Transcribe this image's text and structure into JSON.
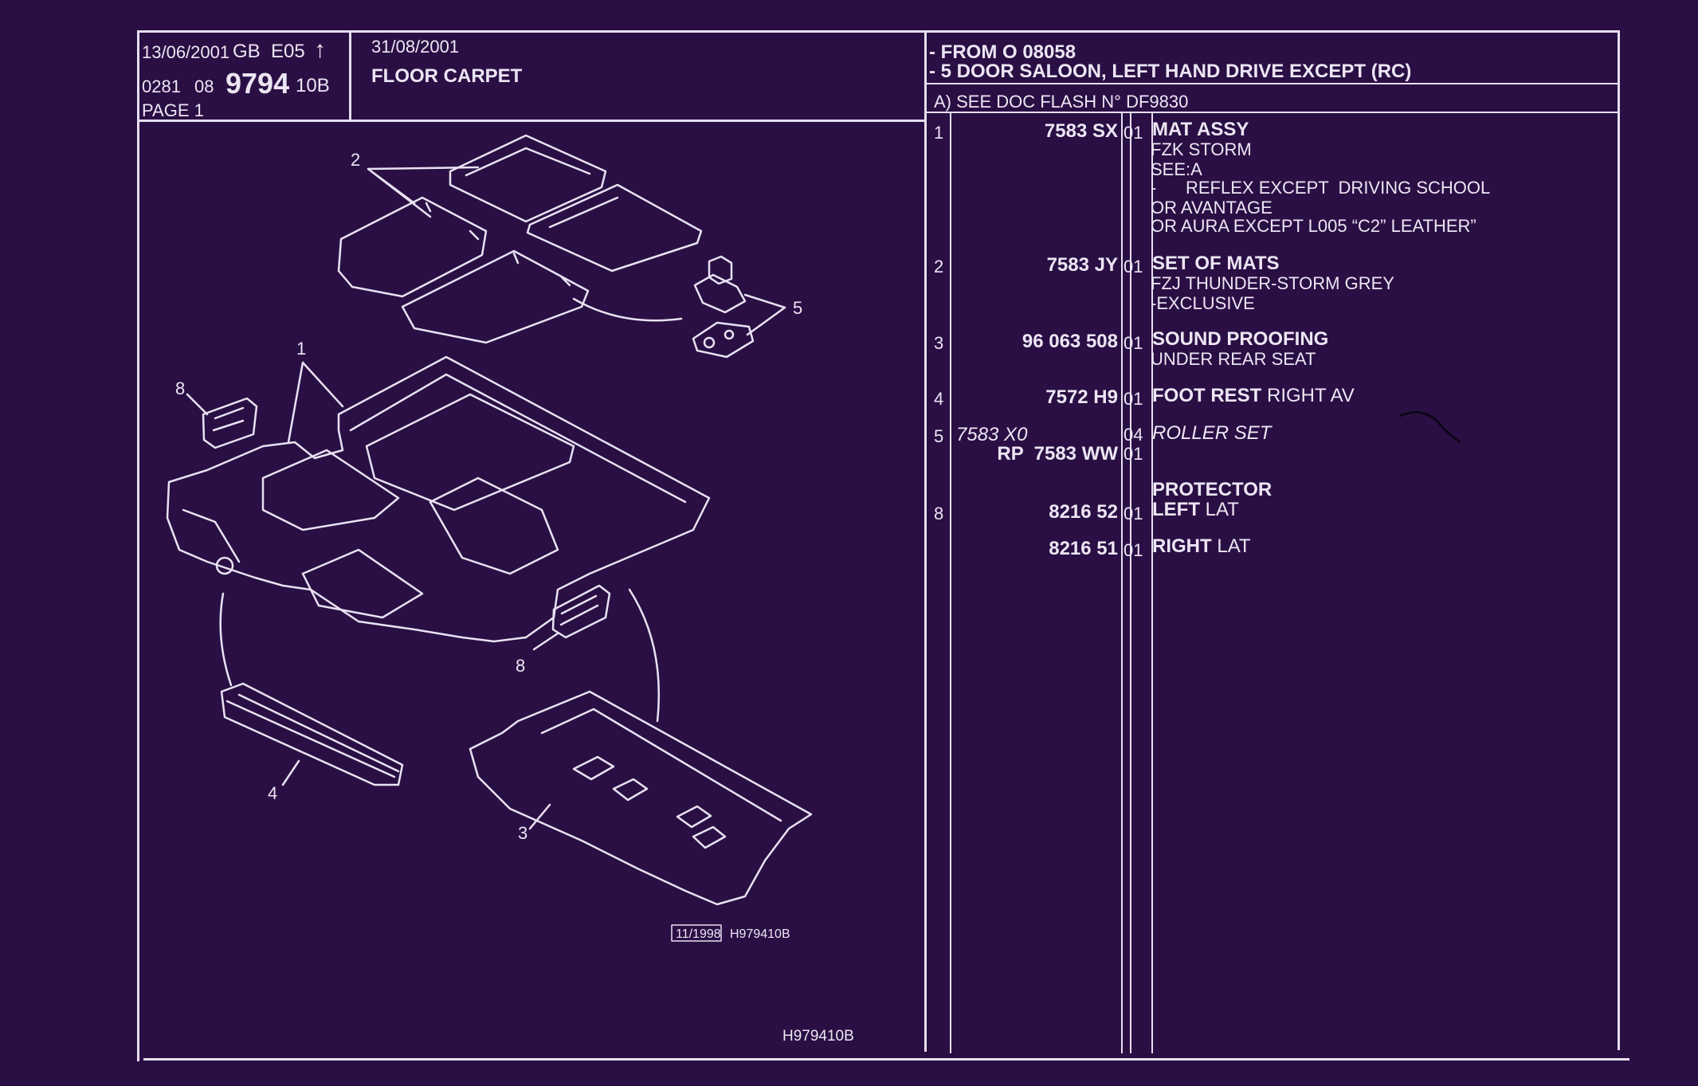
{
  "header": {
    "date": "13/06/2001",
    "lang": "GB",
    "edition": "E05",
    "ref_prefix": "0281",
    "ref_group": "08",
    "ref_number": "9794",
    "ref_suffix": "10B",
    "page_label": "PAGE 1",
    "second_date": "31/08/2001",
    "title": "FLOOR CARPET",
    "applicability": [
      "- FROM  O   08058",
      "- 5 DOOR SALOON, LEFT HAND DRIVE EXCEPT  (RC)"
    ],
    "note": "A) SEE DOC FLASH N° DF9830"
  },
  "parts": [
    {
      "item": "1",
      "ref": "7583 SX",
      "qty": "01",
      "desc": [
        {
          "b": "MAT ASSY",
          "n": ""
        },
        {
          "b": "",
          "n": "FZK STORM"
        },
        {
          "b": "",
          "n": "SEE:A"
        },
        {
          "b": "",
          "n": "-      REFLEX EXCEPT  DRIVING SCHOOL"
        },
        {
          "b": "",
          "n": "OR AVANTAGE"
        },
        {
          "b": "",
          "n": "OR AURA EXCEPT  L005 “C2” LEATHER”"
        }
      ]
    },
    {
      "item": "2",
      "ref": "7583 JY",
      "qty": "01",
      "desc": [
        {
          "b": "SET OF MATS",
          "n": ""
        },
        {
          "b": "",
          "n": "FZJ THUNDER-STORM GREY"
        },
        {
          "b": "",
          "n": "-EXCLUSIVE"
        }
      ]
    },
    {
      "item": "3",
      "ref": "96 063 508",
      "qty": "01",
      "desc": [
        {
          "b": "SOUND PROOFING",
          "n": ""
        },
        {
          "b": "",
          "n": "UNDER REAR SEAT"
        }
      ]
    },
    {
      "item": "4",
      "ref": "7572 H9",
      "qty": "01",
      "desc": [
        {
          "b": "FOOT REST",
          "n": " RIGHT AV"
        }
      ]
    },
    {
      "item": "5",
      "ref": "7583 X0",
      "ref2": "RP  7583 WW",
      "qty": "04",
      "qty2": "01",
      "desc": [
        {
          "b": "",
          "n": "ROLLER SET"
        }
      ]
    },
    {
      "item": "",
      "ref": "",
      "qty": "",
      "desc": [
        {
          "b": "PROTECTOR",
          "n": ""
        }
      ]
    },
    {
      "item": "8",
      "ref": "8216 52",
      "qty": "01",
      "desc": [
        {
          "b": "LEFT",
          "n": " LAT"
        }
      ]
    },
    {
      "item": "",
      "ref": "8216 51",
      "qty": "01",
      "desc": [
        {
          "b": "RIGHT",
          "n": " LAT"
        }
      ]
    }
  ],
  "diagram": {
    "callouts": [
      "1",
      "2",
      "3",
      "4",
      "5",
      "8",
      "8"
    ],
    "stamp_date": "11/1998",
    "stamp_ref": "H979410B",
    "footer_ref": "H979410B"
  }
}
